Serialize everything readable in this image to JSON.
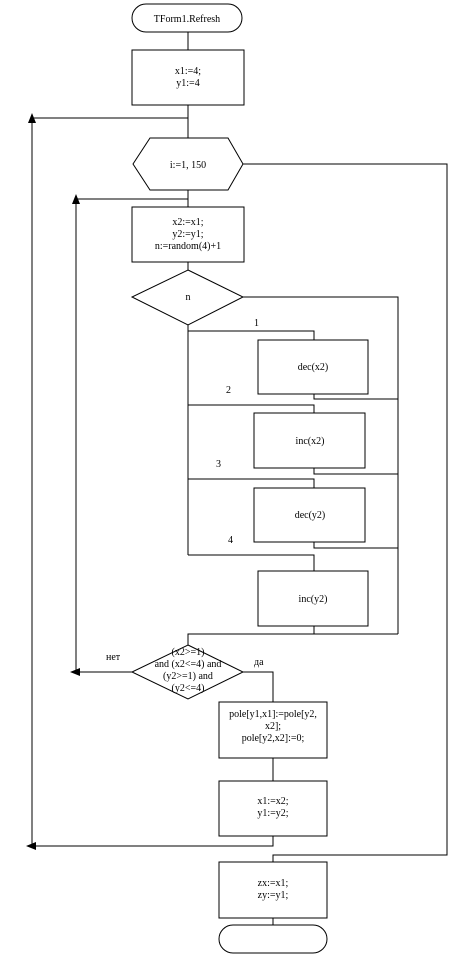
{
  "flowchart": {
    "start": "TForm1.Refresh",
    "init": [
      "x1:=4;",
      "y1:=4"
    ],
    "loop": "i:=1, 150",
    "assign": [
      "x2:=x1;",
      "y2:=y1;",
      "n:=random(4)+1"
    ],
    "switch_var": "n",
    "cases": [
      {
        "label": "1",
        "action": "dec(x2)"
      },
      {
        "label": "2",
        "action": "inc(x2)"
      },
      {
        "label": "3",
        "action": "dec(y2)"
      },
      {
        "label": "4",
        "action": "inc(y2)"
      }
    ],
    "condition": [
      "(x2>=1)",
      "and (x2<=4) and",
      "(y2>=1) and",
      "(y2<=4)"
    ],
    "no_label": "нет",
    "yes_label": "да",
    "swap": [
      "pole[y1,x1]:=pole[y2,",
      "x2];",
      "pole[y2,x2]:=0;"
    ],
    "update": [
      "x1:=x2;",
      "y1:=y2;"
    ],
    "result": [
      "zx:=x1;",
      "zy:=y1;"
    ],
    "end": ""
  }
}
